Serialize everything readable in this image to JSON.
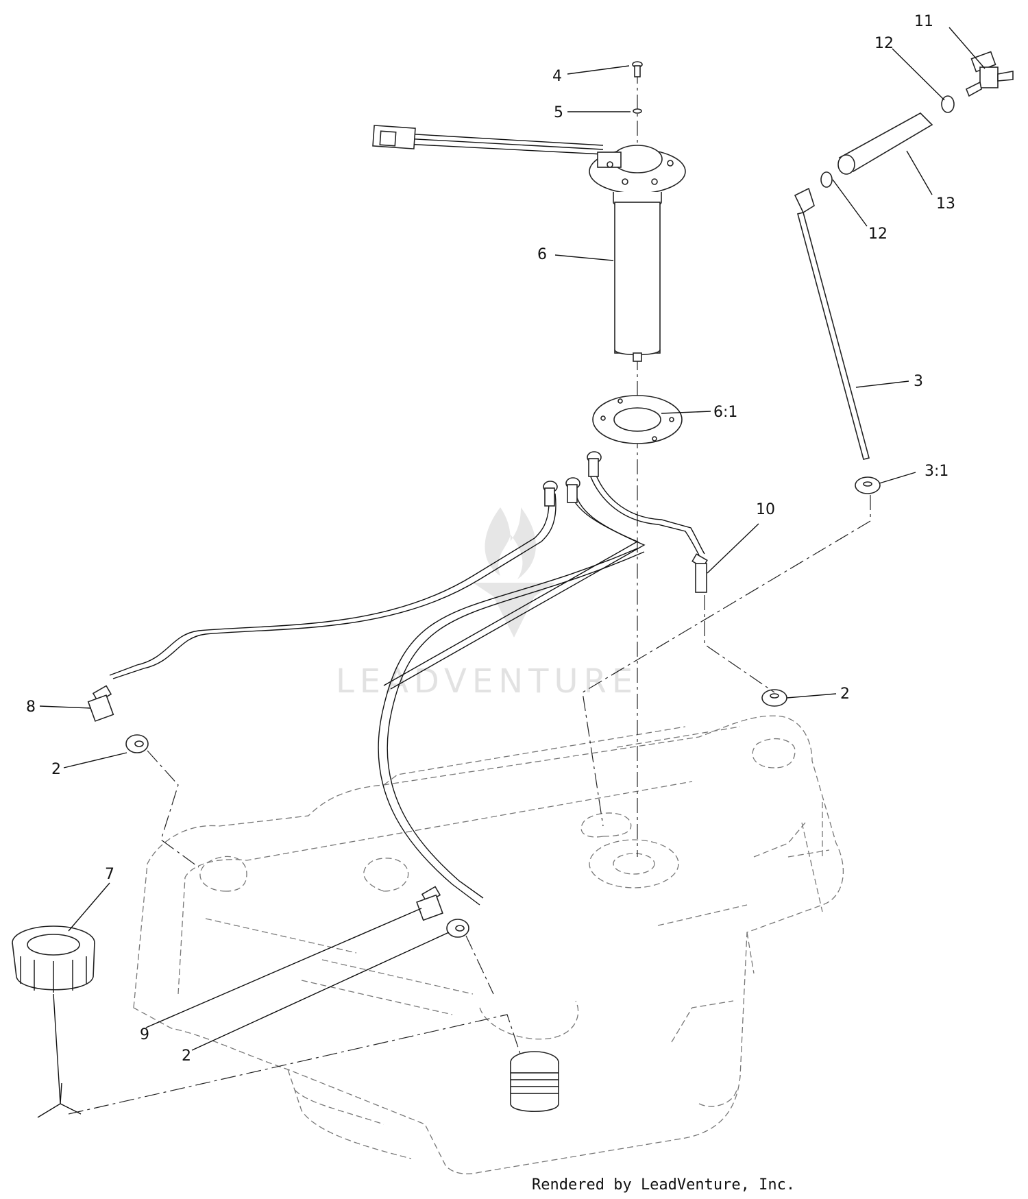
{
  "callouts": [
    {
      "id": "4",
      "text": "4"
    },
    {
      "id": "5",
      "text": "5"
    },
    {
      "id": "6",
      "text": "6"
    },
    {
      "id": "6-1",
      "text": "6:1"
    },
    {
      "id": "11",
      "text": "11"
    },
    {
      "id": "12a",
      "text": "12"
    },
    {
      "id": "13",
      "text": "13"
    },
    {
      "id": "12b",
      "text": "12"
    },
    {
      "id": "3",
      "text": "3"
    },
    {
      "id": "3-1",
      "text": "3:1"
    },
    {
      "id": "10",
      "text": "10"
    },
    {
      "id": "2a",
      "text": "2"
    },
    {
      "id": "8",
      "text": "8"
    },
    {
      "id": "2b",
      "text": "2"
    },
    {
      "id": "7",
      "text": "7"
    },
    {
      "id": "9",
      "text": "9"
    },
    {
      "id": "2c",
      "text": "2"
    }
  ],
  "watermark": {
    "text": "LEADVENTURE"
  },
  "footer": {
    "text": "Rendered by LeadVenture, Inc."
  }
}
